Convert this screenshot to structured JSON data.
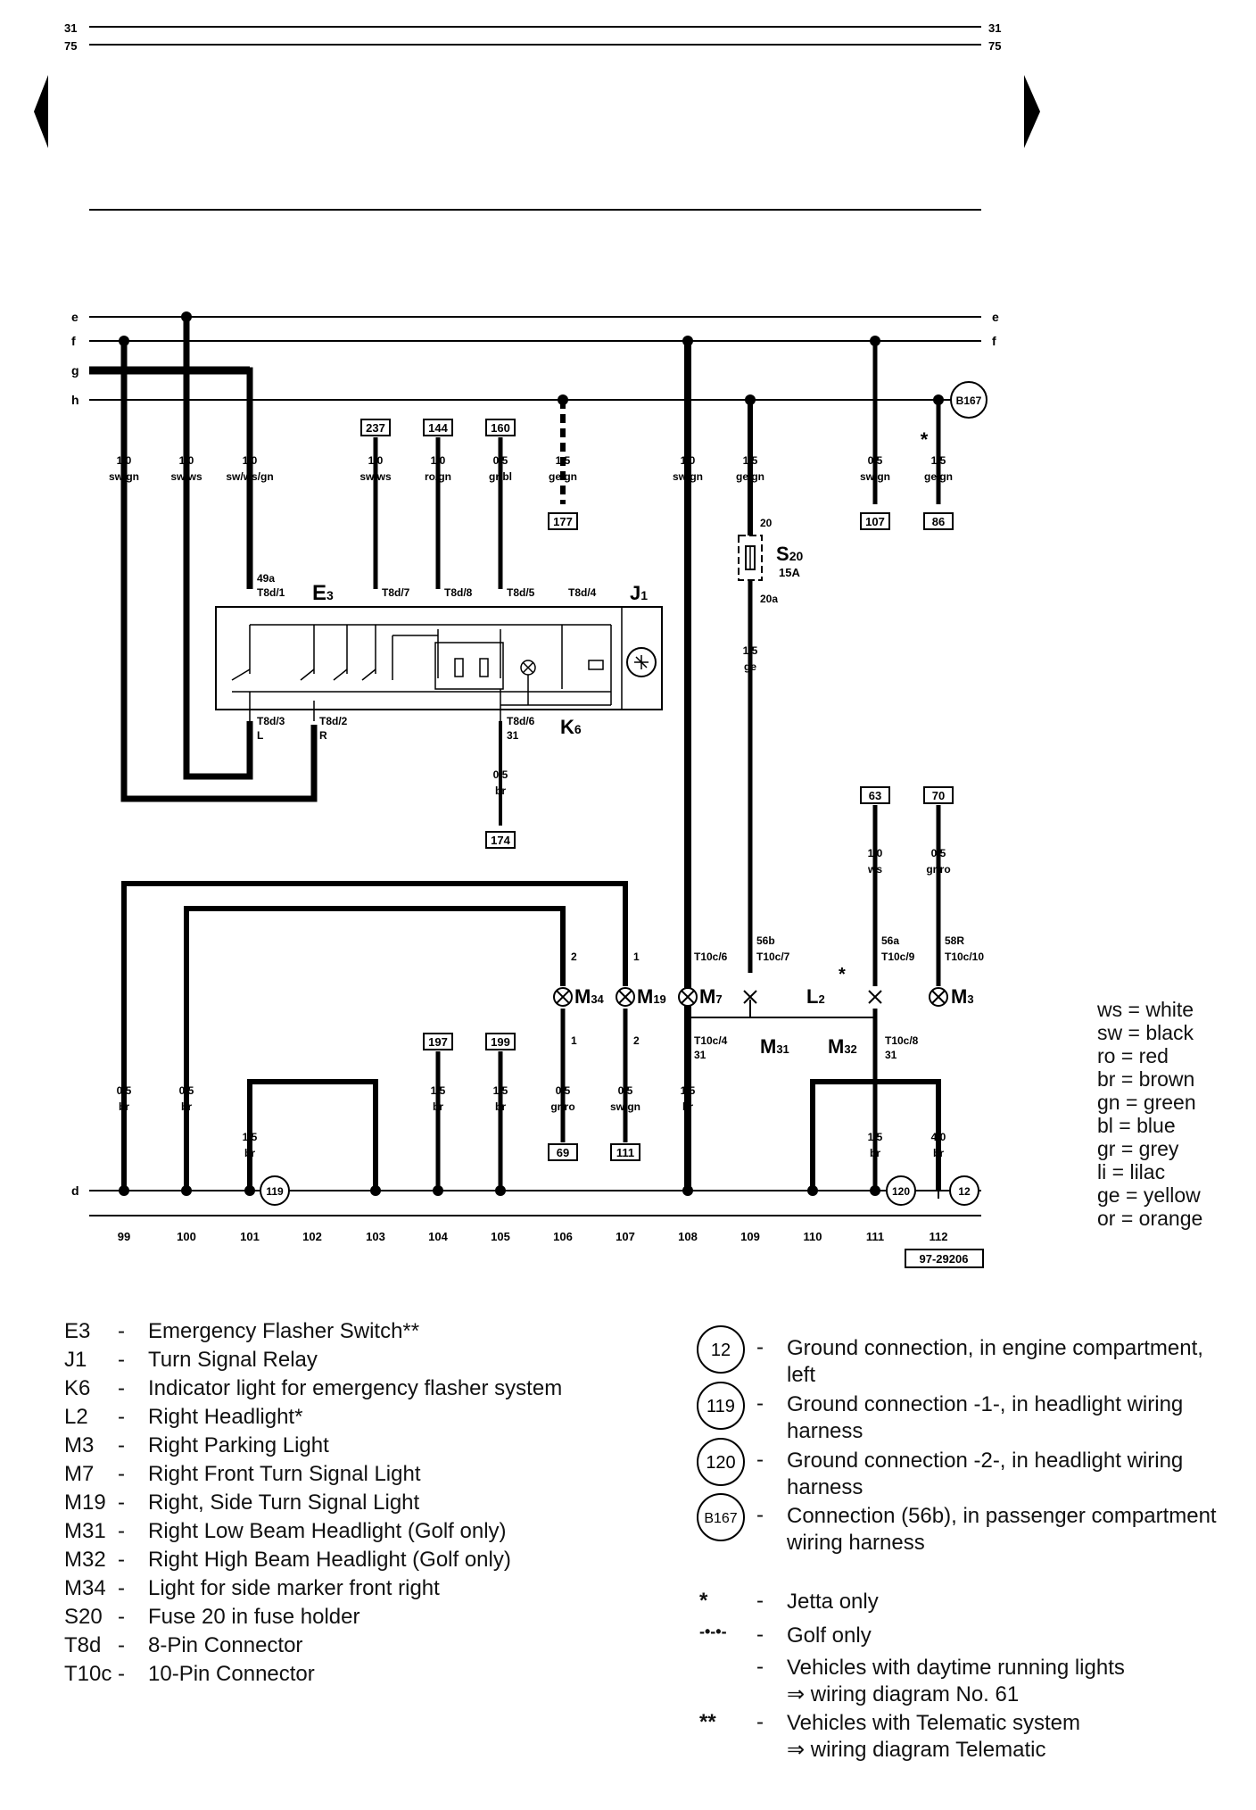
{
  "page": {
    "page_number": "31",
    "page_sub": "75",
    "drawing_number": "97-29206"
  },
  "buses": [
    "e",
    "f",
    "g",
    "h",
    "d"
  ],
  "tracks": [
    "99",
    "100",
    "101",
    "102",
    "103",
    "104",
    "105",
    "106",
    "107",
    "108",
    "109",
    "110",
    "111",
    "112"
  ],
  "refs": {
    "r237": "237",
    "r144": "144",
    "r160": "160",
    "r177": "177",
    "r107": "107",
    "r86": "86",
    "r174": "174",
    "r63": "63",
    "r70": "70",
    "r197": "197",
    "r199": "199",
    "r69": "69",
    "r111": "111"
  },
  "wires": {
    "w99": {
      "size": "1,0",
      "color": "sw/gn"
    },
    "w100": {
      "size": "1,0",
      "color": "sw/ws"
    },
    "w101": {
      "size": "1,0",
      "color": "sw/ws/gn"
    },
    "w104": {
      "size": "1,0",
      "color": "sw/ws"
    },
    "w105": {
      "size": "1,0",
      "color": "ro/gn"
    },
    "w106": {
      "size": "0,5",
      "color": "gr/bl"
    },
    "w107h": {
      "size": "1,5",
      "color": "ge/gn"
    },
    "w108": {
      "size": "1,0",
      "color": "sw/gn"
    },
    "w109": {
      "size": "1,5",
      "color": "ge/gn"
    },
    "w111": {
      "size": "0,5",
      "color": "sw/gn"
    },
    "w112": {
      "size": "1,5",
      "color": "ge/gn"
    },
    "s20out": {
      "size": "1,5",
      "color": "ge"
    },
    "k6out": {
      "size": "0,5",
      "color": "br"
    },
    "w63": {
      "size": "1,0",
      "color": "ws"
    },
    "w70": {
      "size": "0,5",
      "color": "gr/ro"
    },
    "b99": {
      "size": "0,5",
      "color": "br"
    },
    "b100": {
      "size": "0,5",
      "color": "br"
    },
    "b101": {
      "size": "1,5",
      "color": "br"
    },
    "b104": {
      "size": "1,5",
      "color": "br"
    },
    "b105": {
      "size": "1,5",
      "color": "br"
    },
    "b106": {
      "size": "0,5",
      "color": "gr/ro"
    },
    "b107": {
      "size": "0,5",
      "color": "sw/gn"
    },
    "b108": {
      "size": "1,5",
      "color": "br"
    },
    "b111": {
      "size": "1,5",
      "color": "br"
    },
    "b112": {
      "size": "4,0",
      "color": "br"
    }
  },
  "pins": {
    "p49a": "49a",
    "t8d1": "T8d/1",
    "t8d7": "T8d/7",
    "t8d8": "T8d/8",
    "t8d5": "T8d/5",
    "t8d4": "T8d/4",
    "t8d3": "T8d/3",
    "t8d2": "T8d/2",
    "t8d6": "T8d/6",
    "p31a": "31",
    "pL": "L",
    "pR": "R",
    "p20": "20",
    "p20a": "20a",
    "p2a": "2",
    "p1a": "1",
    "p1b": "1",
    "p2b": "2",
    "p56b": "56b",
    "t10c6": "T10c/6",
    "t10c7": "T10c/7",
    "p56a": "56a",
    "t10c9": "T10c/9",
    "p58r": "58R",
    "t10c10": "T10c/10",
    "t10c4": "T10c/4",
    "p31b": "31",
    "t10c8": "T10c/8",
    "p31c": "31"
  },
  "labels": {
    "E3": "E",
    "E3sub": "3",
    "J1": "J",
    "J1sub": "1",
    "K6": "K",
    "K6sub": "6",
    "S20": "S",
    "S20sub": "20",
    "S20amp": "15A",
    "M34": "M",
    "M34sub": "34",
    "M19": "M",
    "M19sub": "19",
    "M7": "M",
    "M7sub": "7",
    "L2": "L",
    "L2sub": "2",
    "M3": "M",
    "M3sub": "3",
    "M31": "M",
    "M31sub": "31",
    "M32": "M",
    "M32sub": "32",
    "B167": "B167",
    "G119": "119",
    "G120": "120",
    "G12": "12",
    "star": "*"
  },
  "color_key": [
    {
      "abbr": "ws",
      "name": "white"
    },
    {
      "abbr": "sw",
      "name": "black"
    },
    {
      "abbr": "ro",
      "name": "red"
    },
    {
      "abbr": "br",
      "name": "brown"
    },
    {
      "abbr": "gn",
      "name": "green"
    },
    {
      "abbr": "bl",
      "name": "blue"
    },
    {
      "abbr": "gr",
      "name": "grey"
    },
    {
      "abbr": "li",
      "name": "lilac"
    },
    {
      "abbr": "ge",
      "name": "yellow"
    },
    {
      "abbr": "or",
      "name": "orange"
    }
  ],
  "components": [
    {
      "code": "E3",
      "desc": "Emergency Flasher Switch**"
    },
    {
      "code": "J1",
      "desc": "Turn Signal Relay"
    },
    {
      "code": "K6",
      "desc": "Indicator light for emergency flasher system"
    },
    {
      "code": "L2",
      "desc": "Right Headlight*"
    },
    {
      "code": "M3",
      "desc": "Right Parking Light"
    },
    {
      "code": "M7",
      "desc": "Right Front Turn Signal Light"
    },
    {
      "code": "M19",
      "desc": "Right, Side Turn Signal Light"
    },
    {
      "code": "M31",
      "desc": "Right Low Beam Headlight (Golf only)"
    },
    {
      "code": "M32",
      "desc": "Right High Beam Headlight (Golf only)"
    },
    {
      "code": "M34",
      "desc": "Light for side marker front right"
    },
    {
      "code": "S20",
      "desc": "Fuse 20 in fuse holder"
    },
    {
      "code": "T8d",
      "desc": "8-Pin Connector"
    },
    {
      "code": "T10c",
      "desc": "10-Pin Connector"
    }
  ],
  "grounds": [
    {
      "num": "12",
      "line1": "Ground connection, in engine compartment,",
      "line2": "left"
    },
    {
      "num": "119",
      "line1": "Ground connection -1-, in headlight wiring",
      "line2": "harness"
    },
    {
      "num": "120",
      "line1": "Ground connection -2-, in headlight wiring",
      "line2": "harness"
    },
    {
      "num": "B167",
      "line1": "Connection (56b), in passenger compartment",
      "line2": "wiring harness"
    }
  ],
  "notes": [
    {
      "sym": "*",
      "line1": "Jetta only",
      "line2": ""
    },
    {
      "sym": "-•-•-",
      "line1": "Golf only",
      "line2": ""
    },
    {
      "sym": "",
      "line1": "Vehicles with daytime running lights",
      "line2": "⇒ wiring diagram No. 61"
    },
    {
      "sym": "**",
      "line1": "Vehicles with Telematic system",
      "line2": "⇒ wiring diagram Telematic"
    }
  ]
}
